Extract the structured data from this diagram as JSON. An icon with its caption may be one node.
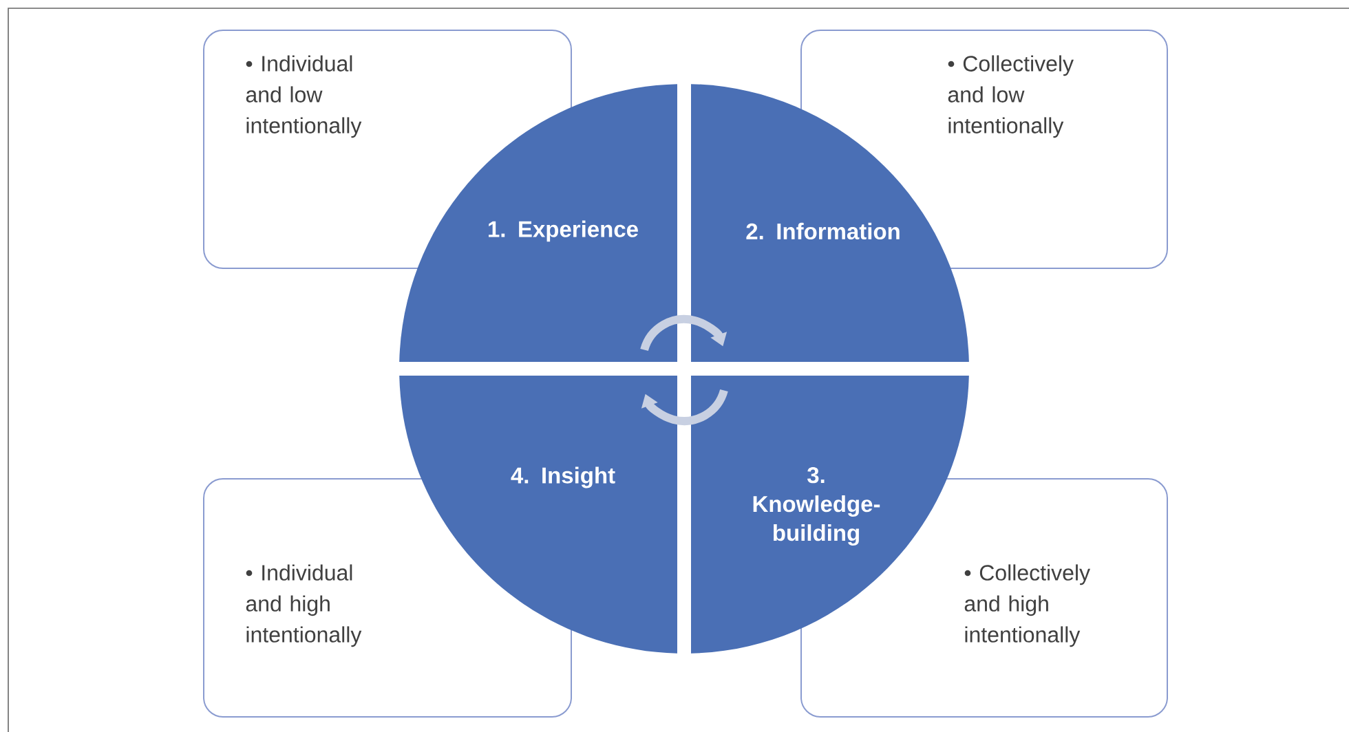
{
  "diagram": {
    "nodes": [
      {
        "text": [
          "• Individual and low intentionally"
        ]
      },
      {
        "text": [
          "• Collectively and low intentionally"
        ]
      },
      {
        "text": [
          "1. Experience"
        ]
      },
      {
        "text": [
          "2. Information"
        ]
      },
      {
        "text": [
          "4. Insight"
        ]
      },
      {
        "text": [
          "3. Knowledge-building"
        ]
      },
      {
        "text": [
          "• Individual and high intentionally"
        ]
      },
      {
        "text": [
          "• Collectively and high intentionally"
        ]
      }
    ],
    "edges": [
      {
        "from": 2,
        "to": 3,
        "arrow": "to"
      },
      {
        "from": 5,
        "to": 4,
        "arrow": "to"
      }
    ]
  }
}
